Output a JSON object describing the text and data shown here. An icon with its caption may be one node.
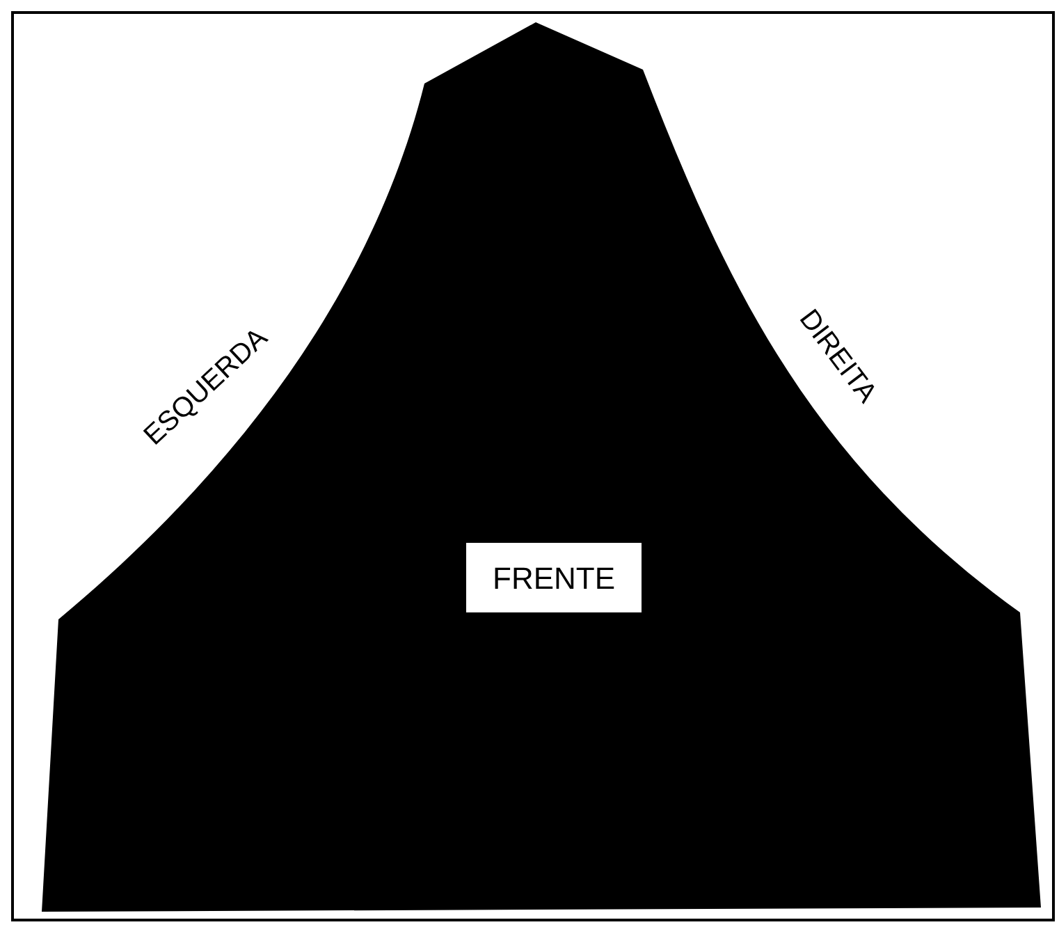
{
  "diagram": {
    "nodes": [
      {
        "text": [
          "FRENTE"
        ]
      }
    ],
    "labels": [
      "ESQUERDA",
      "DIREITA"
    ]
  }
}
